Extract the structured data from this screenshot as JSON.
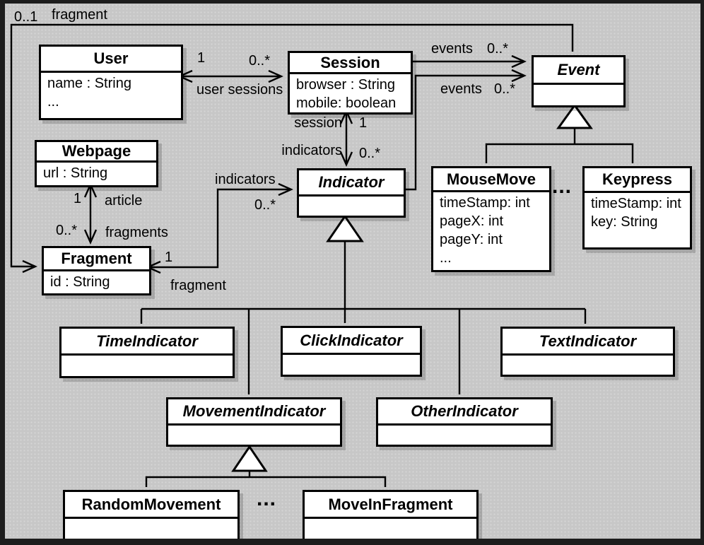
{
  "diagram": {
    "classes": {
      "user": {
        "name": "User",
        "attrs": [
          "name : String",
          "..."
        ]
      },
      "webpage": {
        "name": "Webpage",
        "attrs": [
          "url : String"
        ]
      },
      "fragment": {
        "name": "Fragment",
        "attrs": [
          "id : String"
        ]
      },
      "session": {
        "name": "Session",
        "attrs": [
          "browser : String",
          "mobile: boolean"
        ]
      },
      "event": {
        "name": "Event",
        "attrs": []
      },
      "indicator": {
        "name": "Indicator",
        "attrs": []
      },
      "mousemove": {
        "name": "MouseMove",
        "attrs": [
          "timeStamp: int",
          "pageX: int",
          "pageY: int",
          "..."
        ]
      },
      "keypress": {
        "name": "Keypress",
        "attrs": [
          "timeStamp: int",
          "key: String"
        ]
      },
      "timeindicator": {
        "name": "TimeIndicator",
        "attrs": []
      },
      "clickindicator": {
        "name": "ClickIndicator",
        "attrs": []
      },
      "textindicator": {
        "name": "TextIndicator",
        "attrs": []
      },
      "movementindicator": {
        "name": "MovementIndicator",
        "attrs": []
      },
      "otherindicator": {
        "name": "OtherIndicator",
        "attrs": []
      },
      "randommovement": {
        "name": "RandomMovement",
        "attrs": []
      },
      "moveinfragment": {
        "name": "MoveInFragment",
        "attrs": []
      }
    },
    "labels": {
      "event_fragment": {
        "mult": "0..1",
        "role": "fragment"
      },
      "user_session": {
        "mult_user": "1",
        "mult_session": "0..*",
        "roles": "user sessions"
      },
      "session_event": {
        "role": "events",
        "mult": "0..*"
      },
      "indicator_event": {
        "role": "events",
        "mult": "0..*"
      },
      "session_indicator": {
        "role_session": "session",
        "mult_session": "1",
        "role_indicators": "indicators",
        "mult_indicators": "0..*"
      },
      "webpage_fragment": {
        "mult_webpage": "1",
        "role_article": "article",
        "mult_fragments": "0..*",
        "role_fragments": "fragments"
      },
      "fragment_indicator": {
        "role_indicators": "indicators",
        "mult_indicators": "0..*",
        "mult_fragment": "1",
        "role_fragment": "fragment"
      }
    },
    "ellipsis": {
      "events": "...",
      "movements": "..."
    }
  }
}
